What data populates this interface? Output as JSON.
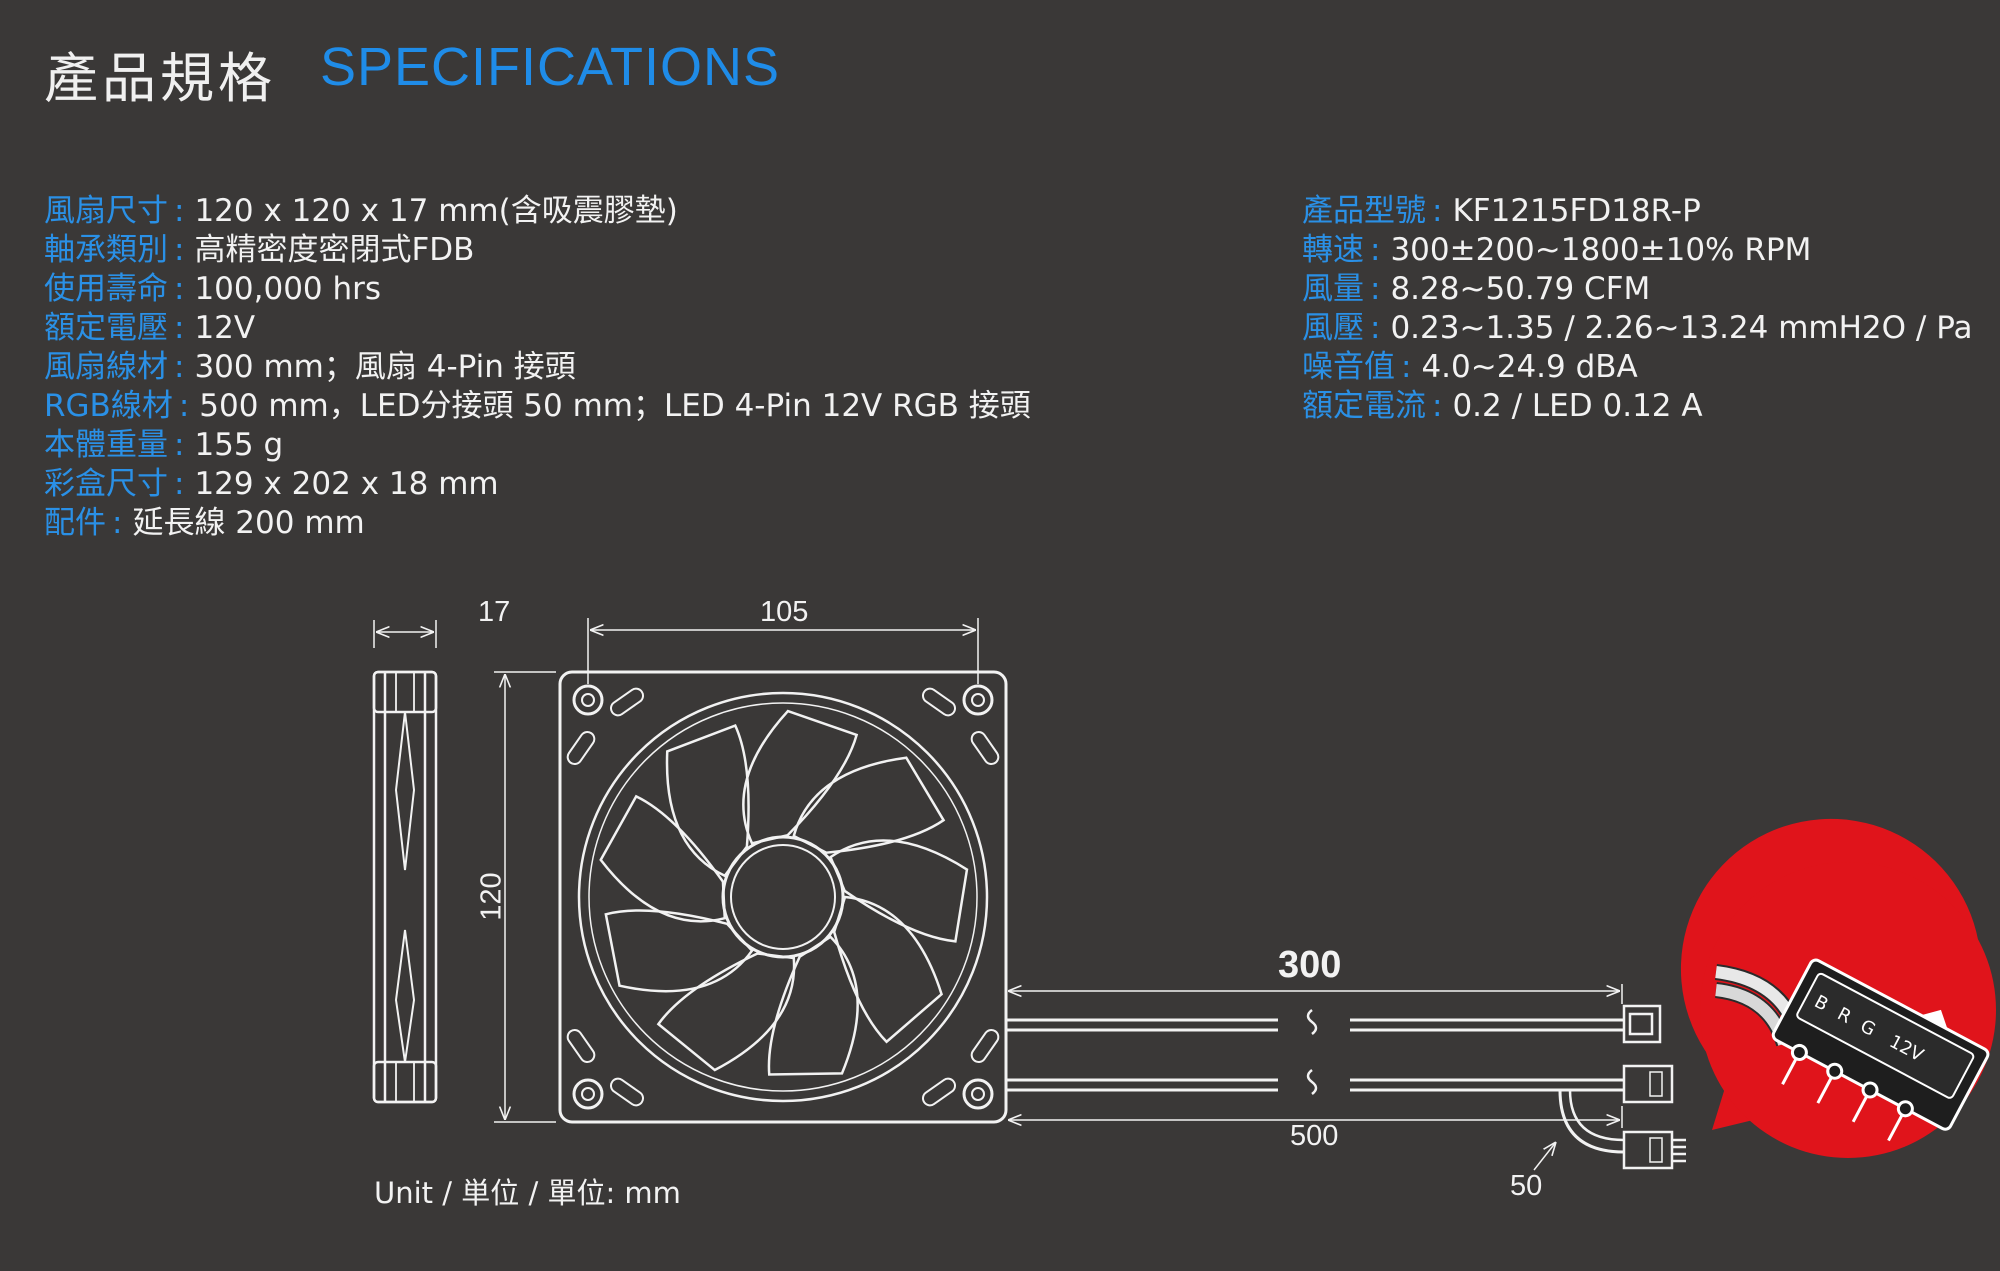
{
  "header": {
    "title_zh": "產品規格",
    "title_en": "SPECIFICATIONS"
  },
  "specs_left": [
    {
      "label": "風扇尺寸",
      "value": "120 x 120 x 17 mm(含吸震膠墊)"
    },
    {
      "label": "軸承類別",
      "value": "高精密度密閉式FDB"
    },
    {
      "label": "使用壽命",
      "value": "100,000 hrs"
    },
    {
      "label": "額定電壓",
      "value": "12V"
    },
    {
      "label": "風扇線材",
      "value": "300 mm；風扇 4-Pin 接頭"
    },
    {
      "label": "RGB線材",
      "value": "500 mm，LED分接頭 50 mm；LED 4-Pin 12V RGB 接頭"
    },
    {
      "label": "本體重量",
      "value": "155 g"
    },
    {
      "label": "彩盒尺寸",
      "value": "129 x 202 x 18 mm"
    },
    {
      "label": "配件",
      "value": "延長線 200 mm"
    }
  ],
  "specs_right": [
    {
      "label": "產品型號",
      "value": "KF1215FD18R-P"
    },
    {
      "label": "轉速",
      "value": "300±200~1800±10% RPM"
    },
    {
      "label": "風量",
      "value": "8.28~50.79 CFM"
    },
    {
      "label": "風壓",
      "value": "0.23~1.35 / 2.26~13.24 mmH2O / Pa"
    },
    {
      "label": "噪音值",
      "value": "4.0~24.9 dBA"
    },
    {
      "label": "額定電流",
      "value": "0.2 / LED 0.12 A"
    }
  ],
  "separator": ":",
  "dimensions": {
    "thickness": "17",
    "hole_spacing": "105",
    "height": "120",
    "fan_cable": "300",
    "rgb_cable": "500",
    "led_split": "50"
  },
  "connector_pins": {
    "label_12v": "12V",
    "label_g": "G",
    "label_r": "R",
    "label_b": "B"
  },
  "unit_note": "Unit / 単位 / 單位: mm",
  "colors": {
    "background": "#3a3837",
    "accent_blue": "#2a90e6",
    "callout_red": "#e0141b",
    "line_white": "#f2f2f2"
  }
}
